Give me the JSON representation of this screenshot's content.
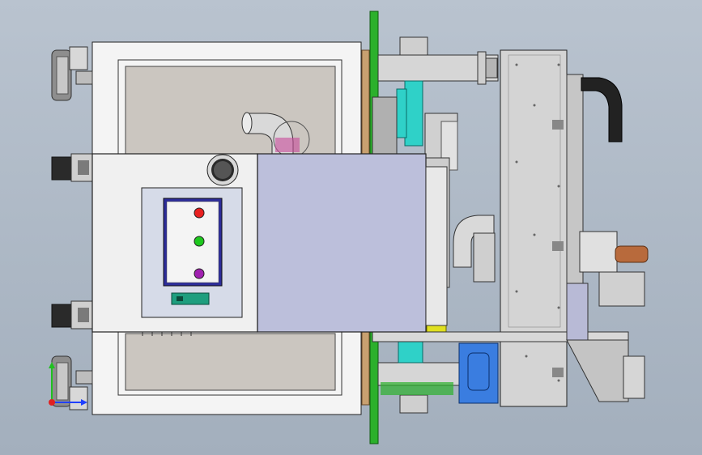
{
  "scene": {
    "view": "top view",
    "background_color": "#aeb9c6"
  },
  "control_panel": {
    "label_text": "",
    "indicator_lamps": [
      {
        "name": "red",
        "color": "#e82020"
      },
      {
        "name": "green",
        "color": "#1ec81e"
      },
      {
        "name": "purple",
        "color": "#a020b0"
      }
    ],
    "switch_color": "#1e9e7e"
  },
  "axis_triad": {
    "x_color": "#2040ff",
    "y_color": "#20c020",
    "z_color": "#e02020"
  },
  "colors": {
    "frame": "#f4f4f4",
    "cover": "#ececec",
    "hood": "#bcbfdb",
    "teal_bracket": "#2fd1c8",
    "yellow_block": "#e0e020",
    "green_rail": "#2cb02c",
    "blue_motor": "#3a7de0",
    "copper": "#b86a3c",
    "plate": "#d4d4d4"
  }
}
